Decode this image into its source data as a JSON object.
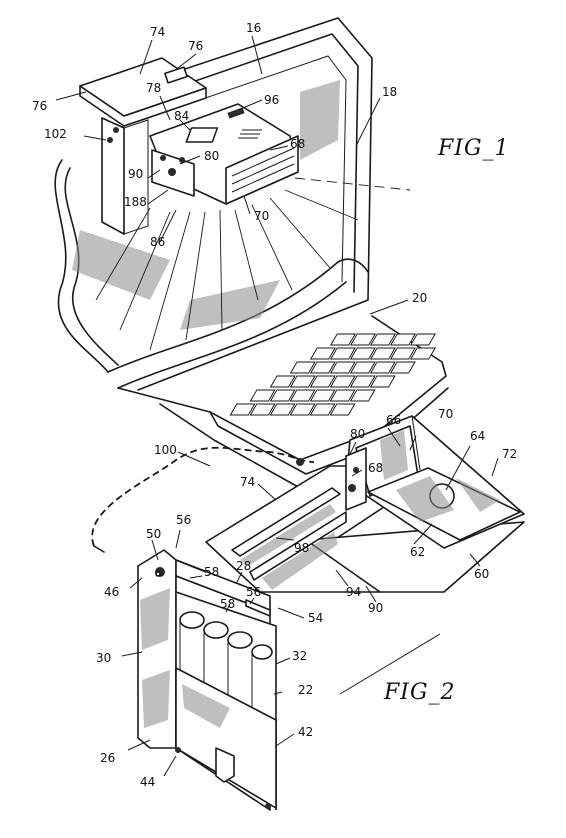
{
  "figures": {
    "fig1": "FIG_1",
    "fig2": "FIG_2"
  },
  "reference_numerals": {
    "n74a": "74",
    "n76a": "76",
    "n16": "16",
    "n76b": "76",
    "n78": "78",
    "n96": "96",
    "n18": "18",
    "n102": "102",
    "n84": "84",
    "n68a": "68",
    "n80a": "80",
    "n90a": "90",
    "n188": "188",
    "n70a": "70",
    "n86": "86",
    "n20": "20",
    "n70b": "70",
    "n66": "66",
    "n64": "64",
    "n80b": "80",
    "n100": "100",
    "n72": "72",
    "n68b": "68",
    "n74b": "74",
    "n50": "50",
    "n56a": "56",
    "n98": "98",
    "n62": "62",
    "n58a": "58",
    "n28": "28",
    "n46": "46",
    "n94": "94",
    "n60": "60",
    "n58b": "58",
    "n56b": "56",
    "n90b": "90",
    "n54": "54",
    "n30": "30",
    "n32": "32",
    "n22": "22",
    "n42": "42",
    "n26": "26",
    "n44": "44"
  }
}
